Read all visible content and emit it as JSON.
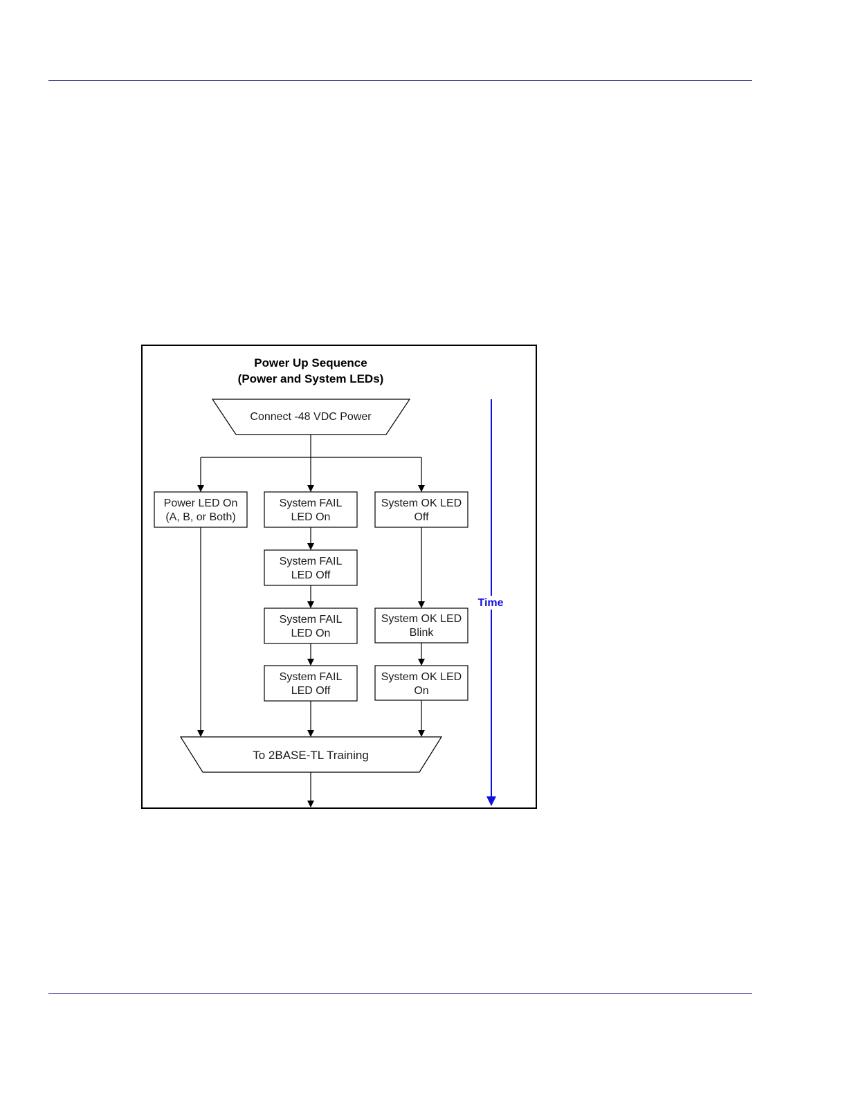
{
  "diagram": {
    "title_line1": "Power Up Sequence",
    "title_line2": "(Power and System LEDs)",
    "start_node": "Connect -48 VDC Power",
    "power_led": {
      "line1": "Power LED On",
      "line2": "(A, B, or Both)"
    },
    "fail_column": [
      {
        "line1": "System FAIL",
        "line2": "LED On"
      },
      {
        "line1": "System FAIL",
        "line2": "LED Off"
      },
      {
        "line1": "System FAIL",
        "line2": "LED On"
      },
      {
        "line1": "System FAIL",
        "line2": "LED Off"
      }
    ],
    "ok_column": [
      {
        "line1": "System OK LED",
        "line2": "Off"
      },
      {
        "line1": "System OK LED",
        "line2": "Blink"
      },
      {
        "line1": "System OK LED",
        "line2": "On"
      }
    ],
    "end_node": "To 2BASE-TL Training",
    "time_label": "Time"
  },
  "colors": {
    "rule": "#2c2f8a",
    "time_axis": "#1010e0",
    "stroke": "#000000"
  }
}
